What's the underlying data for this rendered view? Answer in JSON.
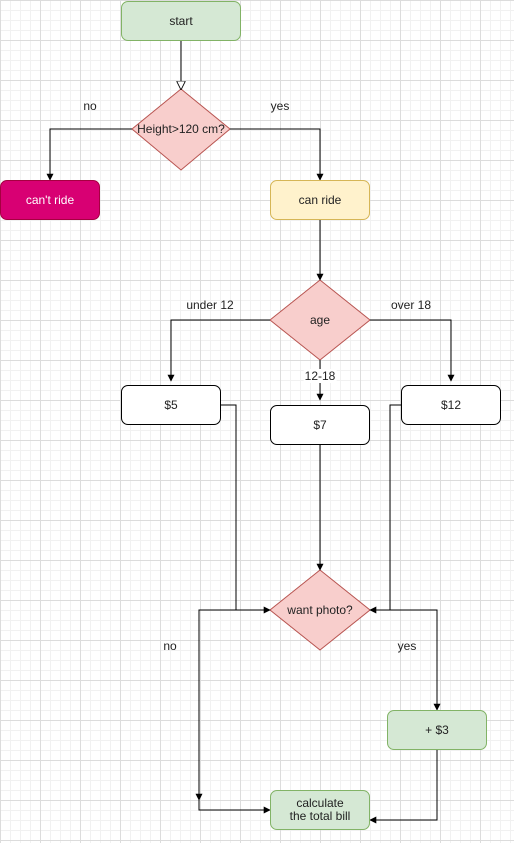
{
  "nodes": {
    "start": "start",
    "height_check": "Height>120 cm?",
    "cant_ride": "can't ride",
    "can_ride": "can ride",
    "age": "age",
    "price_5": "$5",
    "price_7": "$7",
    "price_12": "$12",
    "want_photo": "want photo?",
    "add_3": "+ $3",
    "calculate": "calculate the total bill"
  },
  "edge_labels": {
    "height_no": "no",
    "height_yes": "yes",
    "age_under_12": "under 12",
    "age_12_18": "12-18",
    "age_over_18": "over 18",
    "photo_no": "no",
    "photo_yes": "yes"
  },
  "colors": {
    "green_fill": "#d5e8d4",
    "green_stroke": "#82b366",
    "yellow_fill": "#fff2cc",
    "yellow_stroke": "#d6b656",
    "red_fill": "#f8cecc",
    "red_stroke": "#b85450",
    "magenta_fill": "#d80073"
  }
}
